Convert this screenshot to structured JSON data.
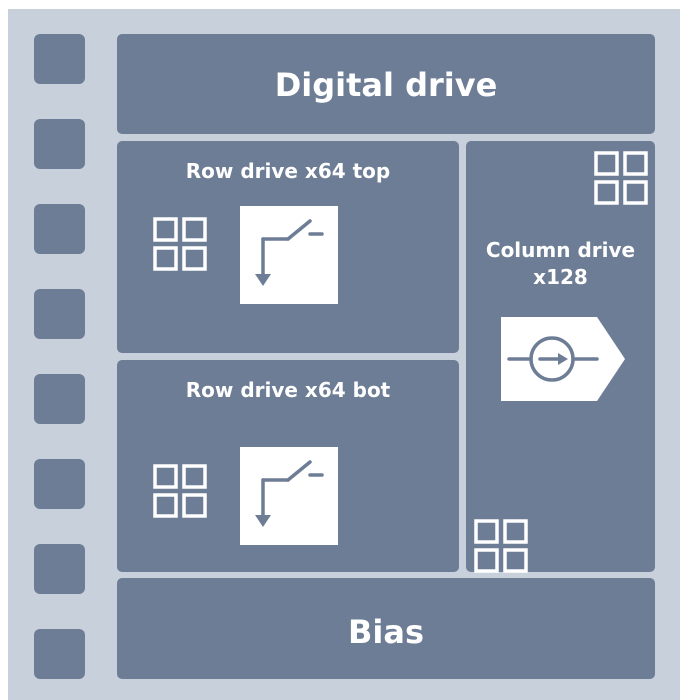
{
  "blocks": {
    "digital_drive": "Digital drive",
    "row_drive_top": "Row drive x64 top",
    "row_drive_bot": "Row drive x64 bot",
    "column_drive": "Column drive\nx128",
    "bias": "Bias"
  },
  "icons": {
    "grid": "grid-icon",
    "switch": "switch-icon",
    "current_source": "current-source-icon",
    "pad": "bond-pad"
  },
  "colors": {
    "background": "#c8d0dc",
    "block": "#6e7d96",
    "icon": "#ffffff"
  }
}
